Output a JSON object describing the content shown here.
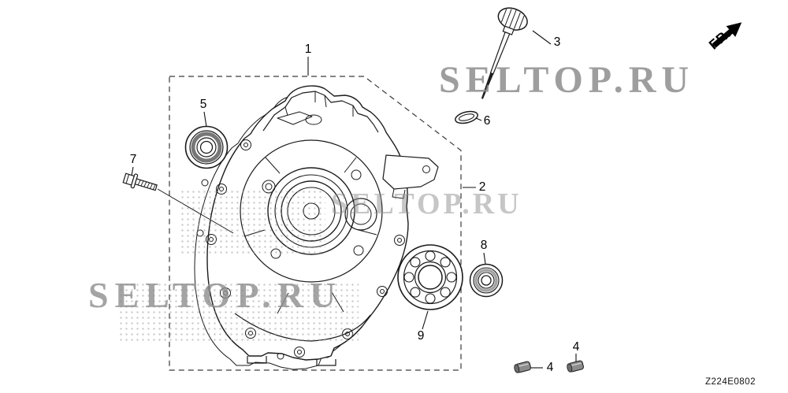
{
  "meta": {
    "diagram_code": "Z224E0802"
  },
  "fr": {
    "label": "FR."
  },
  "watermark": {
    "text": "SELTOP.RU"
  },
  "callouts": [
    {
      "part": "1"
    },
    {
      "part": "2"
    },
    {
      "part": "3"
    },
    {
      "part": "4"
    },
    {
      "part": "4"
    },
    {
      "part": "5"
    },
    {
      "part": "6"
    },
    {
      "part": "7"
    },
    {
      "part": "8"
    },
    {
      "part": "9"
    }
  ]
}
